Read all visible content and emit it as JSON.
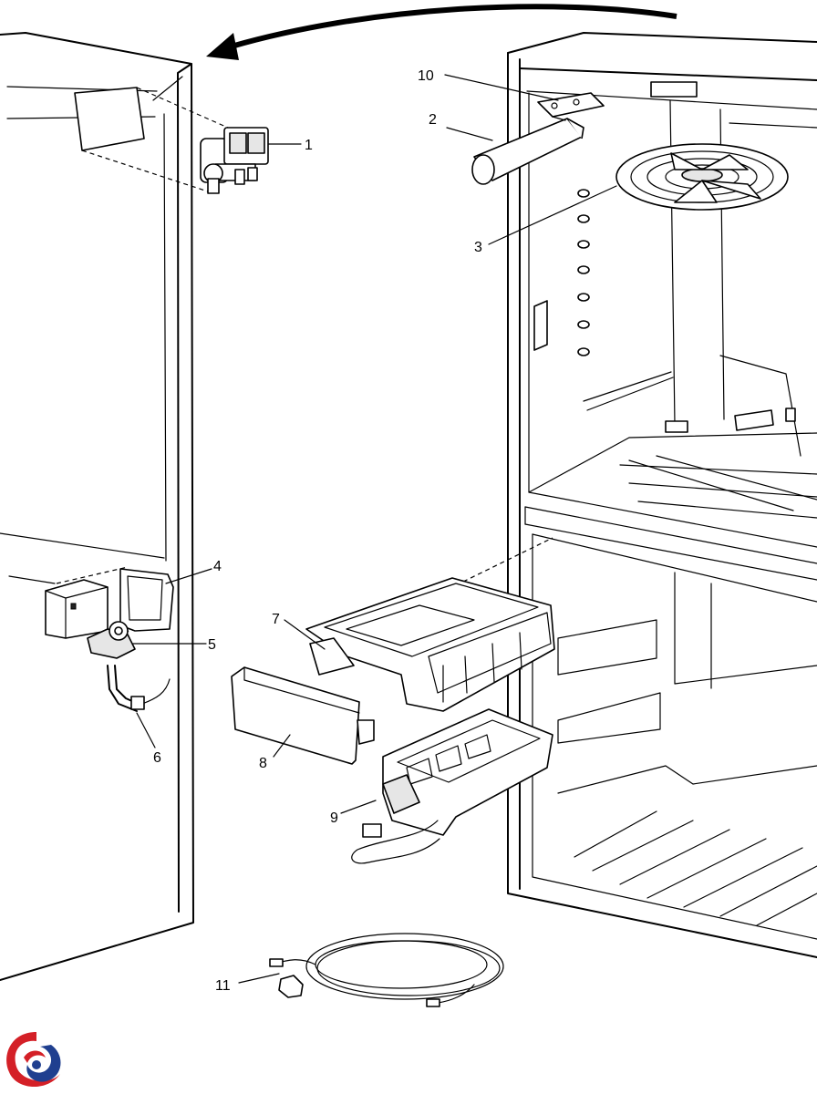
{
  "diagram": {
    "callouts": [
      {
        "id": "1",
        "label": "1"
      },
      {
        "id": "2",
        "label": "2"
      },
      {
        "id": "3",
        "label": "3"
      },
      {
        "id": "4",
        "label": "4"
      },
      {
        "id": "5",
        "label": "5"
      },
      {
        "id": "6",
        "label": "6"
      },
      {
        "id": "7",
        "label": "7"
      },
      {
        "id": "8",
        "label": "8"
      },
      {
        "id": "9",
        "label": "9"
      },
      {
        "id": "10",
        "label": "10"
      },
      {
        "id": "11",
        "label": "11"
      }
    ],
    "logo": {
      "icon": "swirl-logo-icon",
      "colors": [
        "#d42027",
        "#1f3f8f"
      ]
    }
  }
}
